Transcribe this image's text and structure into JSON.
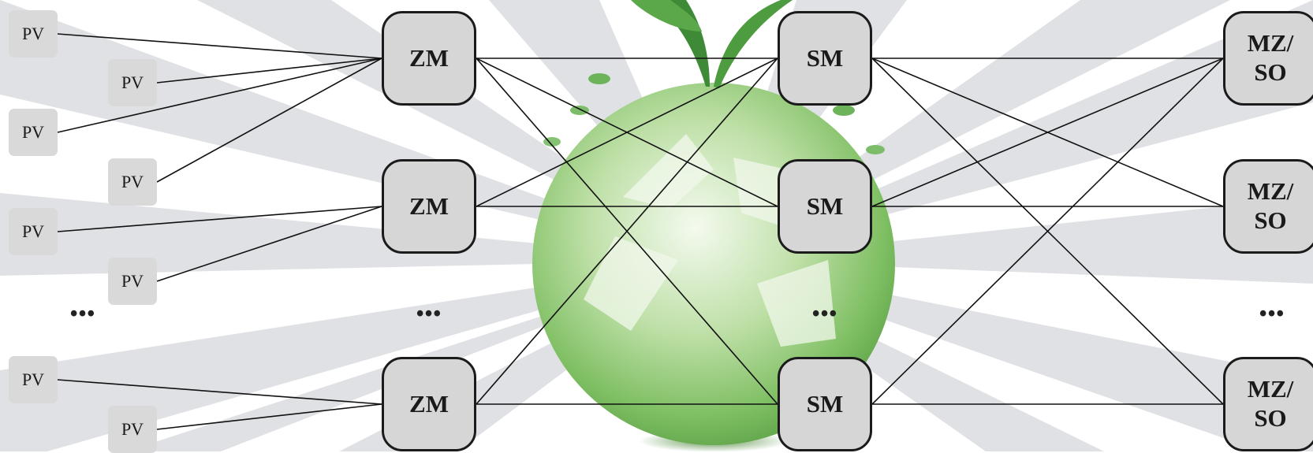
{
  "nodes": {
    "pv": [
      {
        "id": "pv1",
        "label": "PV"
      },
      {
        "id": "pv2",
        "label": "PV"
      },
      {
        "id": "pv3",
        "label": "PV"
      },
      {
        "id": "pv4",
        "label": "PV"
      },
      {
        "id": "pv5",
        "label": "PV"
      },
      {
        "id": "pv6",
        "label": "PV"
      },
      {
        "id": "pv7",
        "label": "PV"
      },
      {
        "id": "pv8",
        "label": "PV"
      }
    ],
    "zm": [
      {
        "id": "zm1",
        "label": "ZM"
      },
      {
        "id": "zm2",
        "label": "ZM"
      },
      {
        "id": "zm3",
        "label": "ZM"
      }
    ],
    "sm": [
      {
        "id": "sm1",
        "label": "SM"
      },
      {
        "id": "sm2",
        "label": "SM"
      },
      {
        "id": "sm3",
        "label": "SM"
      }
    ],
    "mzso": [
      {
        "id": "mz1",
        "label": "MZ/\nSO"
      },
      {
        "id": "mz2",
        "label": "MZ/\nSO"
      },
      {
        "id": "mz3",
        "label": "MZ/\nSO"
      }
    ]
  },
  "ellipsis": {
    "pv": "•••",
    "zm": "•••",
    "sm": "•••",
    "mzso": "•••"
  },
  "edges": [
    [
      "pv1",
      "zm1"
    ],
    [
      "pv2",
      "zm1"
    ],
    [
      "pv3",
      "zm1"
    ],
    [
      "pv4",
      "zm1"
    ],
    [
      "pv5",
      "zm2"
    ],
    [
      "pv6",
      "zm2"
    ],
    [
      "pv7",
      "zm3"
    ],
    [
      "pv8",
      "zm3"
    ],
    [
      "zm1",
      "sm1"
    ],
    [
      "zm1",
      "sm2"
    ],
    [
      "zm1",
      "sm3"
    ],
    [
      "zm2",
      "sm1"
    ],
    [
      "zm2",
      "sm2"
    ],
    [
      "zm3",
      "sm1"
    ],
    [
      "zm3",
      "sm3"
    ],
    [
      "sm1",
      "mz1"
    ],
    [
      "sm1",
      "mz2"
    ],
    [
      "sm1",
      "mz3"
    ],
    [
      "sm2",
      "mz1"
    ],
    [
      "sm2",
      "mz2"
    ],
    [
      "sm3",
      "mz1"
    ],
    [
      "sm3",
      "mz3"
    ]
  ],
  "colors": {
    "edge": "#111111",
    "box_fill": "#d6d6d6",
    "pv_fill": "#d9d9d9",
    "ray": "#dddfe2",
    "globe": "#8cc474"
  }
}
